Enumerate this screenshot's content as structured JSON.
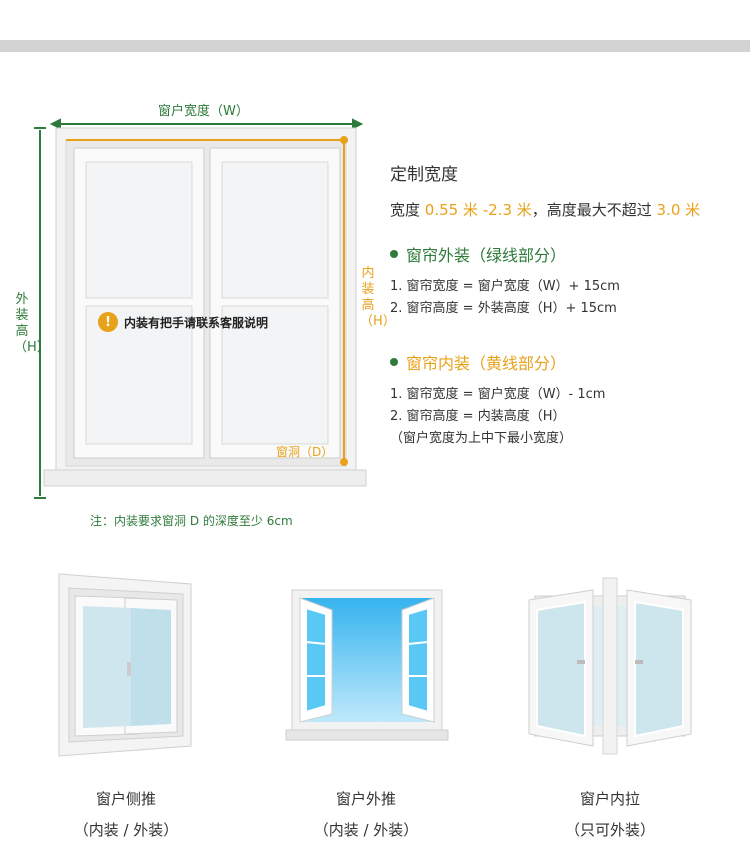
{
  "diagram": {
    "width_label": "窗户宽度（W）",
    "outer_height_label": "外装高（H）",
    "inner_height_label": "内装高（H）",
    "recess_label": "窗洞（D）",
    "notice_icon": "!",
    "notice_text": "内装有把手请联系客服说明",
    "footnote_prefix": "注：内装要求窗洞 D 的",
    "footnote_highlight": "深度",
    "footnote_suffix": "至少 6cm"
  },
  "info": {
    "title": "定制宽度",
    "size_prefix": "宽度 ",
    "width_range": "0.55 米 -2.3 米",
    "size_mid": "，高度最大不超过 ",
    "max_height": "3.0 米",
    "outside": {
      "title": "窗帘外装（绿线部分）",
      "rules": [
        "1. 窗帘宽度 = 窗户宽度（W）+ 15cm",
        "2. 窗帘高度 = 外装高度（H）+ 15cm"
      ]
    },
    "inside": {
      "title": "窗帘内装（黄线部分）",
      "rules": [
        "1. 窗帘宽度 = 窗户宽度（W）- 1cm",
        "2. 窗帘高度 = 内装高度（H）",
        "（窗户宽度为上中下最小宽度）"
      ]
    }
  },
  "window_types": [
    {
      "name": "窗户侧推",
      "note": "（内装 / 外装）"
    },
    {
      "name": "窗户外推",
      "note": "（内装 / 外装）"
    },
    {
      "name": "窗户内拉",
      "note": "（只可外装）"
    }
  ],
  "colors": {
    "green": "#2d7a3a",
    "yellow": "#e8a21a",
    "glass_blue": "#4fc3f7"
  }
}
